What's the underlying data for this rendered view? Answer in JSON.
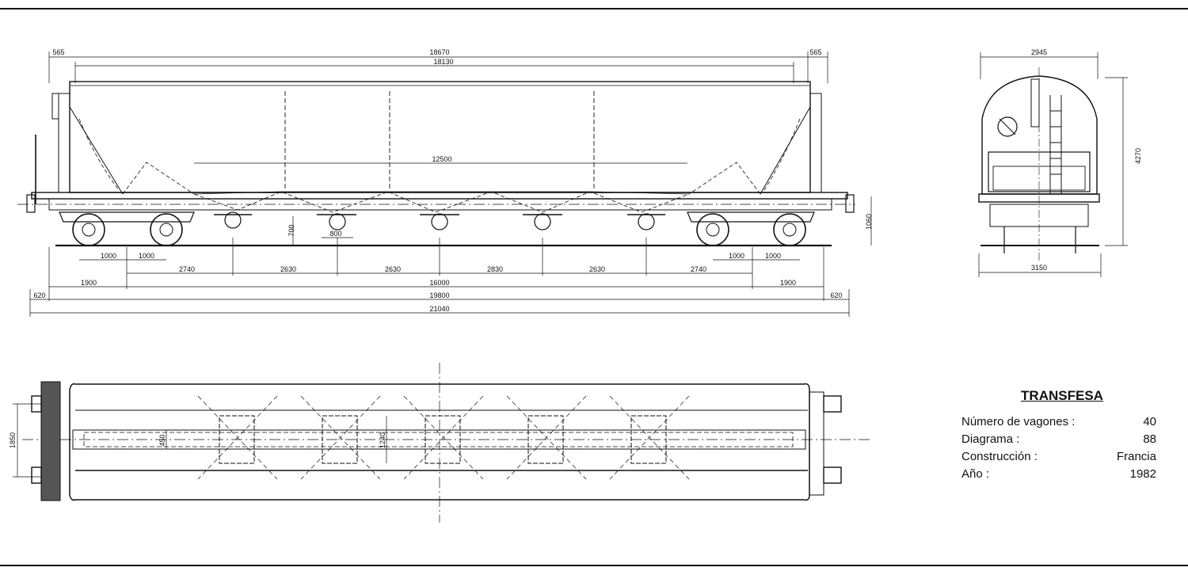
{
  "info": {
    "company": "TRANSFESA",
    "rows": [
      {
        "label": "Número de vagones :",
        "value": "40"
      },
      {
        "label": "Diagrama :",
        "value": "88"
      },
      {
        "label": "Construcción :",
        "value": "Francia"
      },
      {
        "label": "Año  :",
        "value": "1982"
      }
    ]
  },
  "side_view": {
    "dims": {
      "end_overhang_left": "565",
      "body_length": "18670",
      "body_inner_length": "18130",
      "end_overhang_right": "565",
      "hopper_length": "12500",
      "outlet_height": "700",
      "outlet_width": "800",
      "buffer_height": "1060",
      "axle_1000_a": "1000",
      "axle_1000_b": "1000",
      "axle_1000_c": "1000",
      "axle_1000_d": "1000",
      "spacing_2740_left": "2740",
      "spacing_2630_a": "2630",
      "spacing_2630_b": "2630",
      "spacing_2830": "2830",
      "spacing_2630_c": "2630",
      "spacing_2740_right": "2740",
      "offset_1900_left": "1900",
      "bogie_centres": "16000",
      "offset_1900_right": "1900",
      "buffer_620_left": "620",
      "over_headstocks": "19800",
      "buffer_620_right": "620",
      "length_over_buffers": "21040"
    }
  },
  "end_view": {
    "dims": {
      "top_width": "2945",
      "height": "4270",
      "bottom_width": "3150"
    }
  },
  "plan_view": {
    "dims": {
      "track_width": "1850",
      "walkway_width": "450",
      "hatch_width": "1240"
    }
  }
}
